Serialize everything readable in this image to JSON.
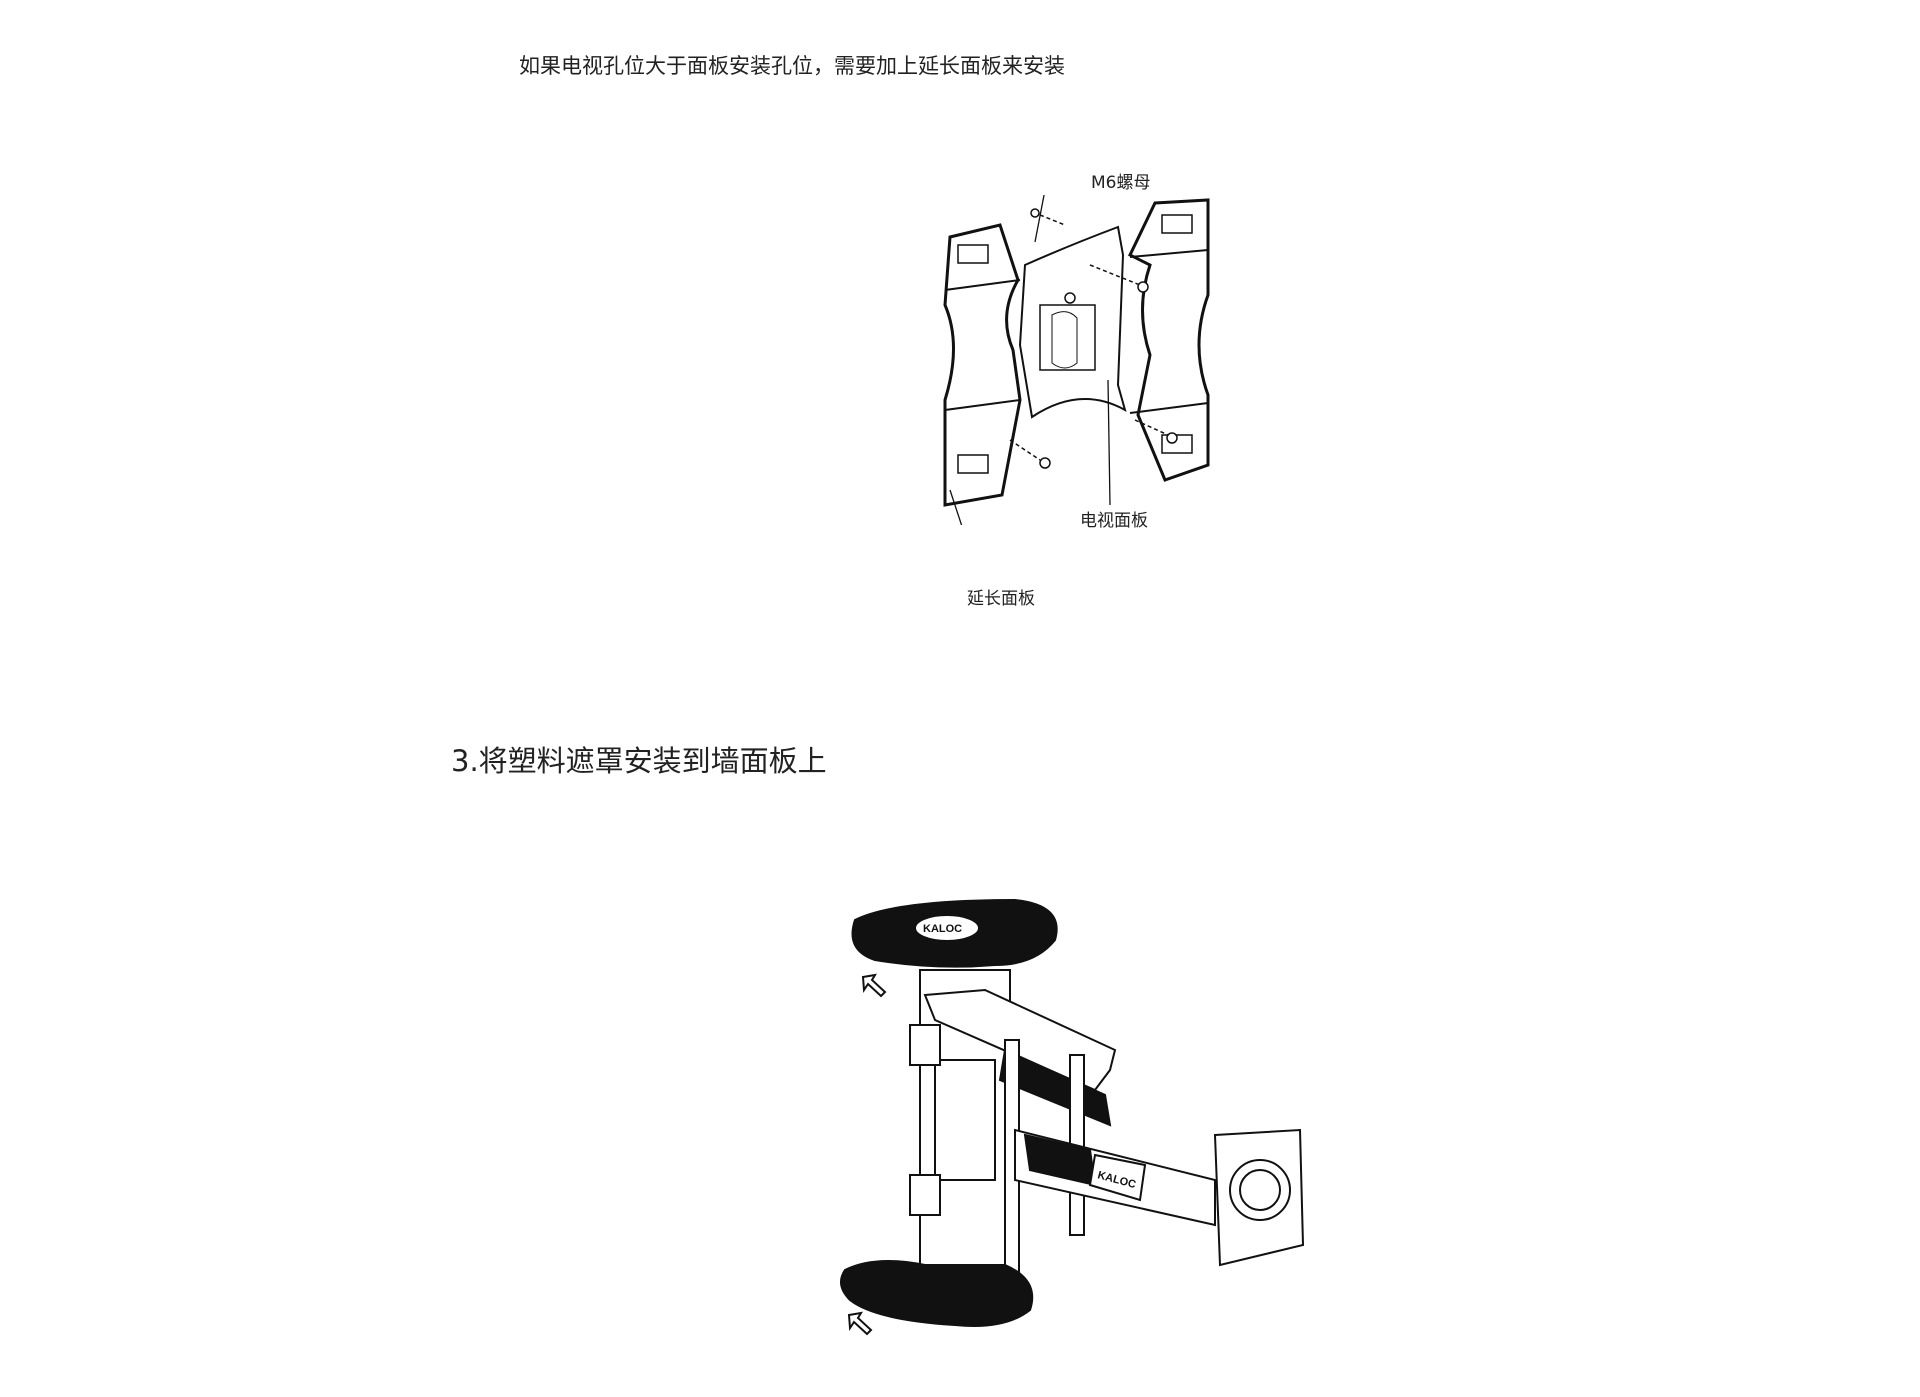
{
  "intro_text": "如果电视孔位大于面板安装孔位，需要加上延长面板来安装",
  "figure1": {
    "label_nut": "M6螺母",
    "label_tv_plate": "电视面板",
    "label_extension_plate": "延长面板"
  },
  "step3_heading": "3.将塑料遮罩安装到墙面板上",
  "figure2": {
    "brand_logo": "KALOC"
  }
}
